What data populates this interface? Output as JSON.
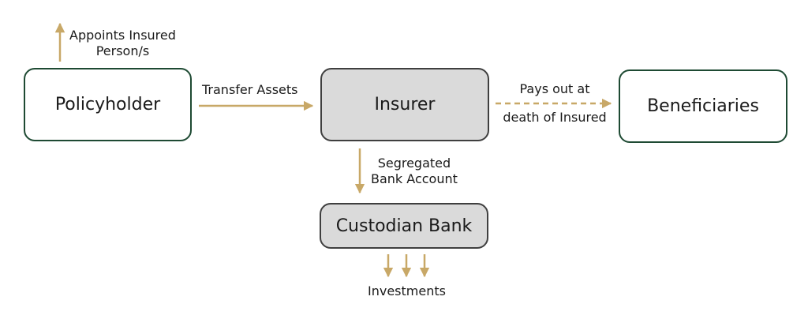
{
  "colors": {
    "arrow": "#c8a867",
    "outline_border": "#1e4a33",
    "filled_bg": "#dadada",
    "filled_border": "#3f3f3f"
  },
  "nodes": {
    "policyholder": "Policyholder",
    "insurer": "Insurer",
    "beneficiaries": "Beneficiaries",
    "custodian_bank": "Custodian Bank"
  },
  "edges": {
    "appoints": [
      "Appoints Insured",
      "Person/s"
    ],
    "transfer": "Transfer Assets",
    "pays_out": [
      "Pays out at",
      "death of Insured"
    ],
    "segregated": [
      "Segregated",
      "Bank Account"
    ],
    "investments": "Investments"
  }
}
